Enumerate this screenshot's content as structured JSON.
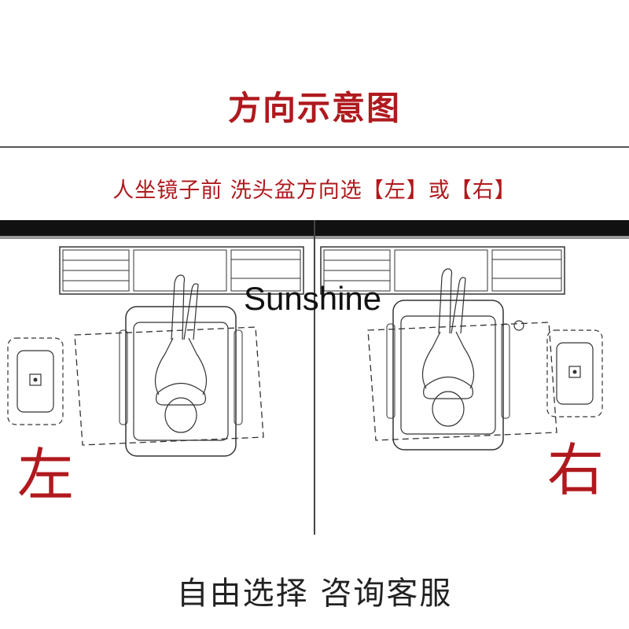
{
  "header": {
    "title": "方向示意图",
    "subtitle": "人坐镜子前  洗头盆方向选【左】或【右】"
  },
  "diagram": {
    "watermark": "Sunshine",
    "left_label": "左",
    "right_label": "右"
  },
  "footer": {
    "text": "自由选择  咨询客服"
  },
  "colors": {
    "accent": "#b0191e",
    "line": "#333333"
  }
}
